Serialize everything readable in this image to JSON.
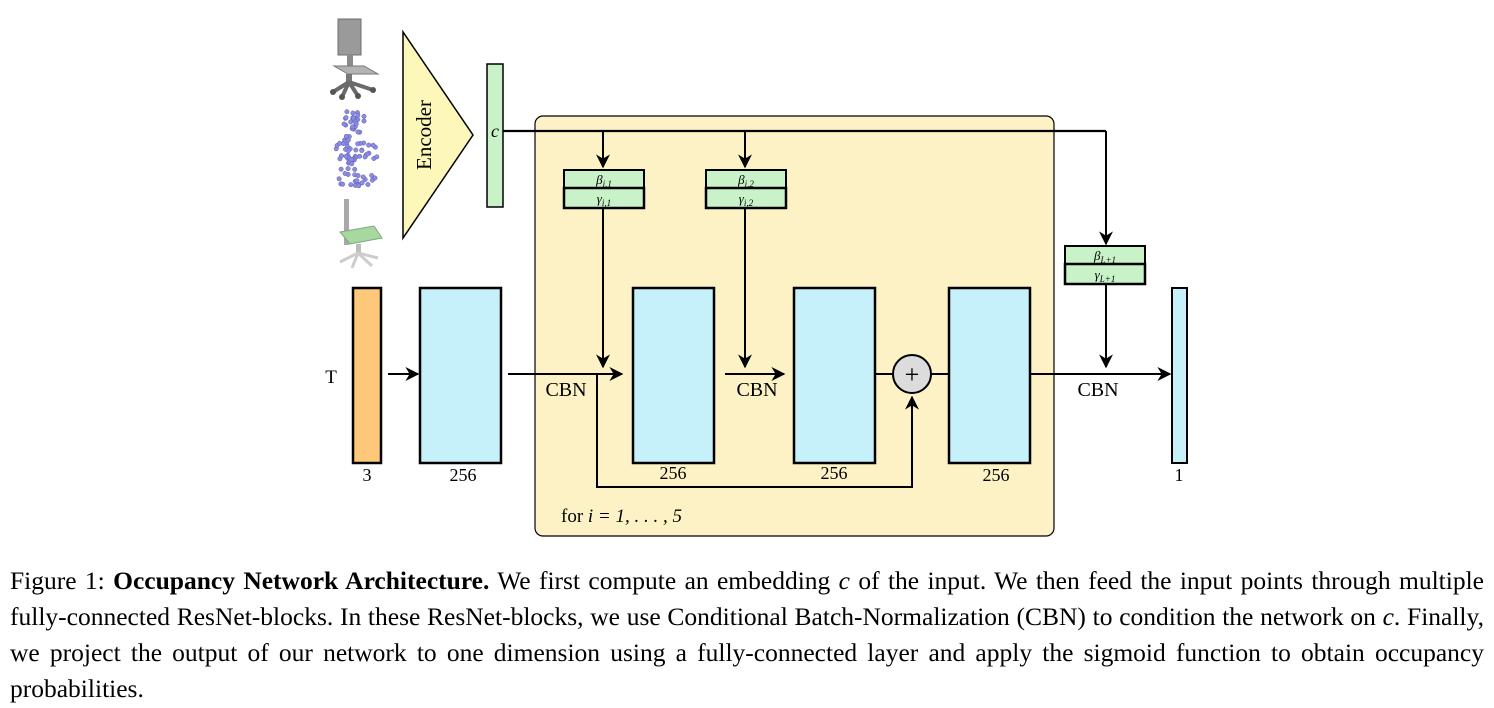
{
  "diagram": {
    "encoder_label": "Encoder",
    "embedding_label": "c",
    "input_label": "T",
    "cbn_label": "CBN",
    "sum_symbol": "+",
    "loop_label_prefix": "for ",
    "loop_label_math": "i = 1, . . . , 5",
    "params": [
      {
        "beta": "β_{i,1}",
        "gamma": "γ_{i,1}"
      },
      {
        "beta": "β_{i,2}",
        "gamma": "γ_{i,2}"
      },
      {
        "beta": "β_{L+1}",
        "gamma": "γ_{L+1}"
      }
    ],
    "layer_dims": [
      "3",
      "256",
      "256",
      "256",
      "256",
      "1"
    ],
    "colors": {
      "block_bg": "#fdf2c6",
      "layer_fill": "#c6f1fb",
      "input_fill": "#fec87a",
      "param_fill": "#c9f2c9",
      "encoder_fill": "#fdf7b9",
      "sum_fill": "#dcdcdc"
    },
    "icons": [
      "chair-mesh-icon",
      "chair-pointcloud-icon",
      "chair-voxel-icon"
    ]
  },
  "caption": {
    "prefix": "Figure 1: ",
    "title": "Occupancy Network Architecture.",
    "s1": " We first compute an embedding ",
    "var_c": "c",
    "s2": " of the input. We then feed the input points through multiple fully-connected ResNet-blocks. In these ResNet-blocks, we use Conditional Batch-Normalization (CBN) to condition the network on ",
    "s3": ". Finally, we project the output of our network to one dimension using a fully-connected layer and apply the sigmoid function to obtain occupancy probabilities."
  }
}
